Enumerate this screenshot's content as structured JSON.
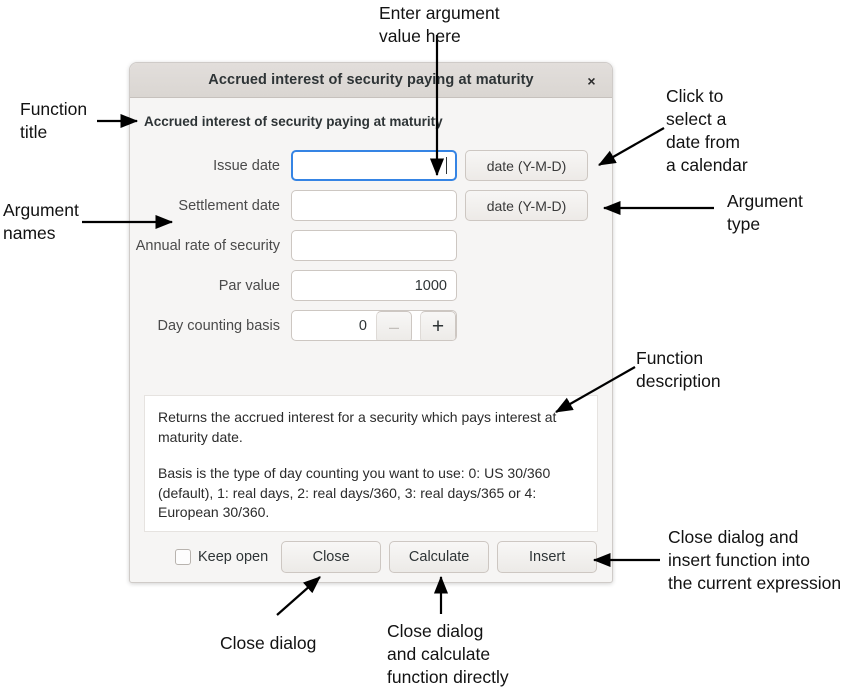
{
  "dialog": {
    "titlebar": {
      "title": "Accrued interest of security paying at maturity",
      "close_glyph": "×"
    },
    "function_title": "Accrued interest of security paying at maturity",
    "rows": [
      {
        "label": "Issue date",
        "value": "",
        "type_label": "date (Y-M-D)",
        "focused": true
      },
      {
        "label": "Settlement date",
        "value": "",
        "type_label": "date (Y-M-D)",
        "focused": false
      },
      {
        "label": "Annual rate of security",
        "value": "",
        "type_label": "",
        "focused": false
      },
      {
        "label": "Par value",
        "value": "1000",
        "type_label": "",
        "focused": false
      },
      {
        "label": "Day counting basis",
        "value": "0",
        "type_label": "",
        "focused": false,
        "spinner": true,
        "minus": "–",
        "plus": "+"
      }
    ],
    "description": {
      "paragraph1": "Returns the accrued interest for a security which pays interest at maturity date.",
      "paragraph2": "Basis is the type of day counting you want to use: 0: US 30/360 (default), 1: real days, 2: real days/360, 3: real days/365 or 4: European 30/360."
    },
    "footer": {
      "keep_open_label": "Keep open",
      "close_label": "Close",
      "calculate_label": "Calculate",
      "insert_label": "Insert"
    }
  },
  "annotations": [
    {
      "id": "enter-argument-value",
      "text": "Enter argument\nvalue here"
    },
    {
      "id": "function-title",
      "text": "Function\ntitle"
    },
    {
      "id": "argument-names",
      "text": "Argument\nnames"
    },
    {
      "id": "click-to-select-date",
      "text": "Click to\nselect a\ndate from\na calendar"
    },
    {
      "id": "argument-type",
      "text": "Argument\ntype"
    },
    {
      "id": "function-description",
      "text": "Function\ndescription"
    },
    {
      "id": "close-dialog-insert",
      "text": "Close dialog and\ninsert function into\nthe current expression"
    },
    {
      "id": "close-dialog",
      "text": "Close dialog"
    },
    {
      "id": "close-dialog-calculate",
      "text": "Close dialog\nand calculate\nfunction directly"
    }
  ],
  "colors": {
    "focus_blue": "#3584e4",
    "dialog_bg": "#f6f5f4",
    "titlebar_bg": "#ded9d5",
    "description_bg": "#ffffff"
  }
}
